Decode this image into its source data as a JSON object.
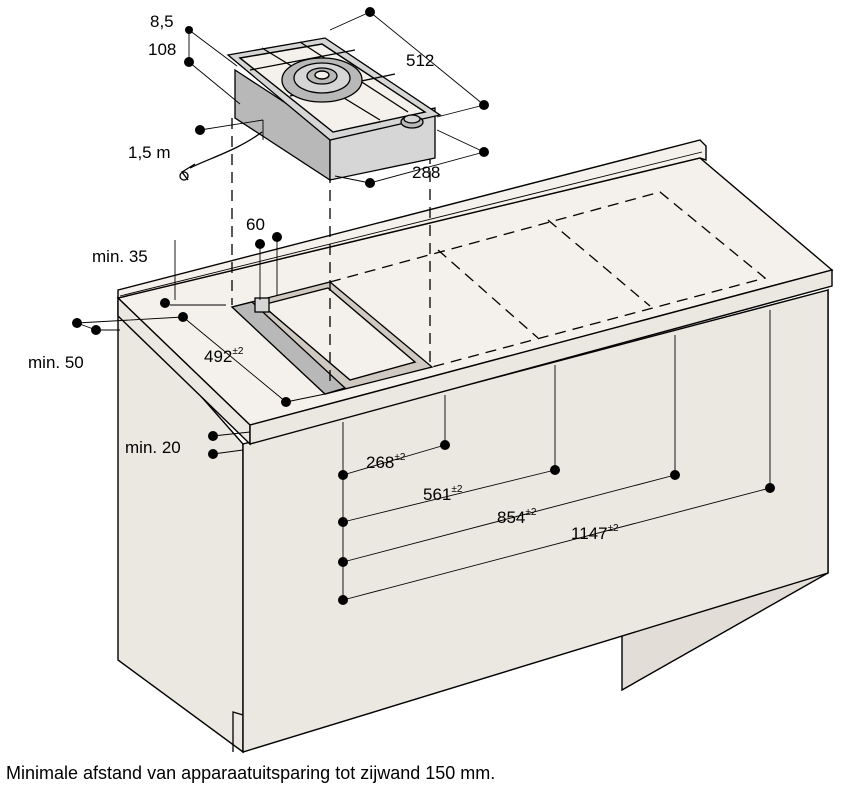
{
  "dimensions": {
    "height_top": "8,5",
    "height_unit": "108",
    "width_unit": "512",
    "depth_unit": "288",
    "cable_length": "1,5 m",
    "cutout_gap": "60",
    "min_back": "min. 35",
    "min_left": "min. 50",
    "cutout_depth": "492",
    "cutout_depth_tol": "±2",
    "min_front": "min. 20",
    "pos_1": "268",
    "pos_2": "561",
    "pos_3": "854",
    "pos_4": "1147",
    "pos_tol": "±2"
  },
  "footer": {
    "note": "Minimale afstand van apparaatuitsparing tot zijwand 150 mm."
  }
}
